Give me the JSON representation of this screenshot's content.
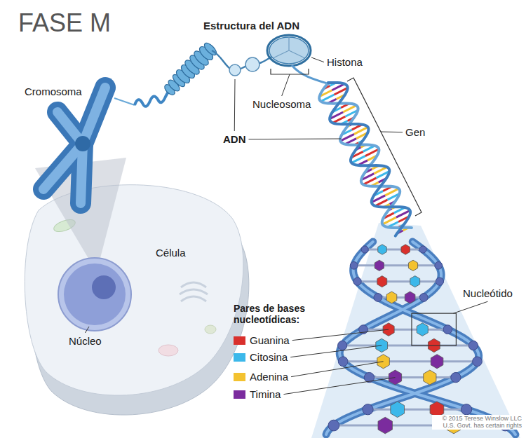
{
  "diagram": {
    "title": "Estructura del ADN",
    "labels": [
      "FASE M",
      "Cromosoma",
      "Histona",
      "Nucleosoma",
      "ADN",
      "Gen",
      "Célula",
      "Núcleo",
      "Nucleótido",
      "Pares de bases nucleotídicas:",
      "© 2015 Terese Winslow LLC U.S. Govt. has certain rights"
    ],
    "legend": [
      {
        "text": "Guanina",
        "color": "#d9302c"
      },
      {
        "text": "Citosina",
        "color": "#3cb8ea"
      },
      {
        "text": "Adenina",
        "color": "#f3c230"
      },
      {
        "text": "Timina",
        "color": "#7b2c9e"
      }
    ]
  }
}
